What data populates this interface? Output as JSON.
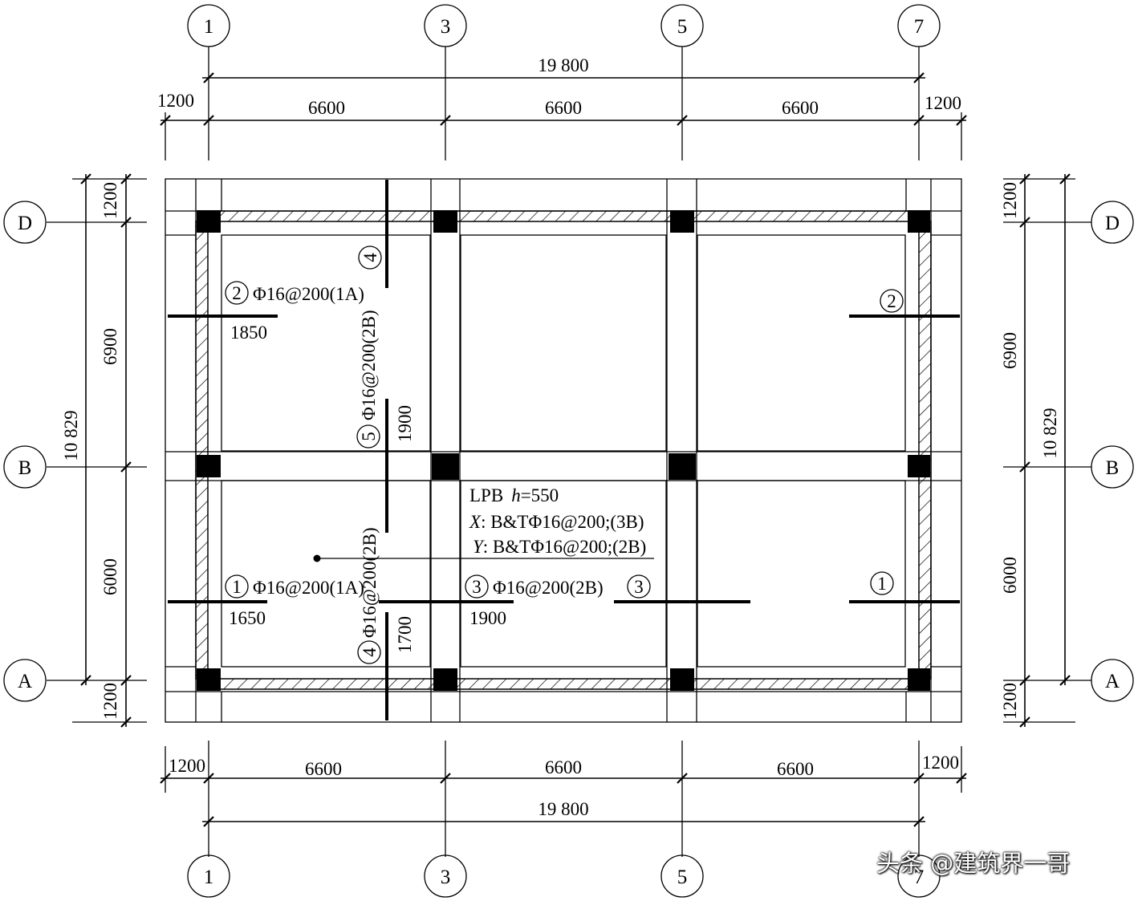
{
  "axes": {
    "columns_top": [
      "1",
      "3",
      "5",
      "7"
    ],
    "columns_bottom": [
      "1",
      "3",
      "5",
      "7"
    ],
    "rows_left": [
      "D",
      "B",
      "A"
    ],
    "rows_right": [
      "D",
      "B",
      "A"
    ]
  },
  "dimensions": {
    "top_total": "19 800",
    "top_overhang_left": "1200",
    "top_spans": [
      "6600",
      "6600",
      "6600"
    ],
    "top_overhang_right": "1200",
    "bottom_overhang_left": "1200",
    "bottom_spans": [
      "6600",
      "6600",
      "6600"
    ],
    "bottom_overhang_right": "1200",
    "bottom_total": "19 800",
    "left_overhang_top": "1200",
    "left_span_upper": "6900",
    "left_span_lower": "6000",
    "left_overhang_bottom": "1200",
    "left_total": "10 829",
    "right_overhang_top": "1200",
    "right_span_upper": "6900",
    "right_span_lower": "6000",
    "right_overhang_bottom": "1200",
    "right_total": "10 829"
  },
  "rebar": {
    "r2_label": "2",
    "r2_spec": "Φ16@200(1A)",
    "r2_len": "1850",
    "r4_top_label": "4",
    "r5_label": "5",
    "r5_spec": "Φ16@200(2B)",
    "r5_len": "1900",
    "r1_label": "1",
    "r1_spec": "Φ16@200(1A)",
    "r1_len": "1650",
    "r4_bot_label": "4",
    "r4_bot_spec": "Φ16@200(2B)",
    "r4_bot_len": "1700",
    "r3_label": "3",
    "r3_spec": "Φ16@200(2B)",
    "r3_len": "1900",
    "r3_right_label": "3",
    "r2_right_label": "2",
    "r1_right_label": "1"
  },
  "slab_note": {
    "line1_main": "LPB",
    "line1_h": "h",
    "line1_val": "=550",
    "line2_axis": "X",
    "line2_text": ": B&TΦ16@200;(3B)",
    "line3_axis": "Y",
    "line3_text": ": B&TΦ16@200;(2B)"
  },
  "watermark": "头条 @建筑界一哥"
}
